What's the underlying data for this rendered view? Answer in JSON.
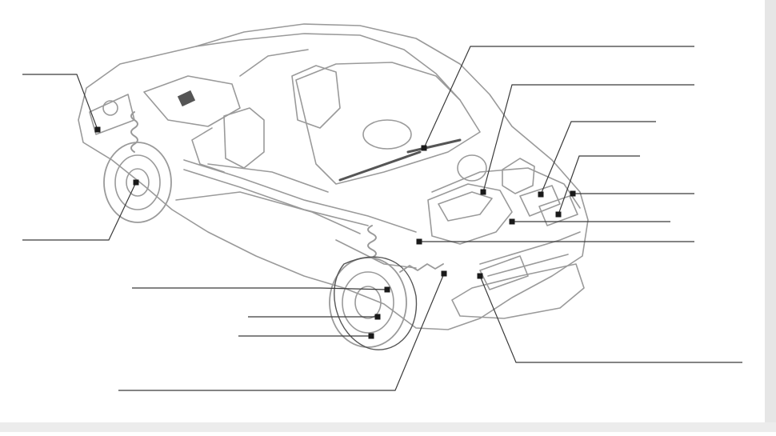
{
  "diagram": {
    "subject": "car-cutaway-line-drawing",
    "colors": {
      "background": "#ffffff",
      "outline": "#9a9a9a",
      "leader": "#3a3a3a",
      "marker": "#1a1a1a",
      "highlight": "#555555"
    },
    "callouts": [
      {
        "id": "rear-light-wiring"
      },
      {
        "id": "rear-wheel-hub"
      },
      {
        "id": "steering-column"
      },
      {
        "id": "brake-booster"
      },
      {
        "id": "relay-box-left"
      },
      {
        "id": "relay-box-right"
      },
      {
        "id": "fuse-area"
      },
      {
        "id": "engine-sensor"
      },
      {
        "id": "engine-mount"
      },
      {
        "id": "front-strut"
      },
      {
        "id": "brake-caliper"
      },
      {
        "id": "front-wheel-hub"
      },
      {
        "id": "drive-shaft-boot"
      },
      {
        "id": "radiator-sensor"
      }
    ]
  }
}
